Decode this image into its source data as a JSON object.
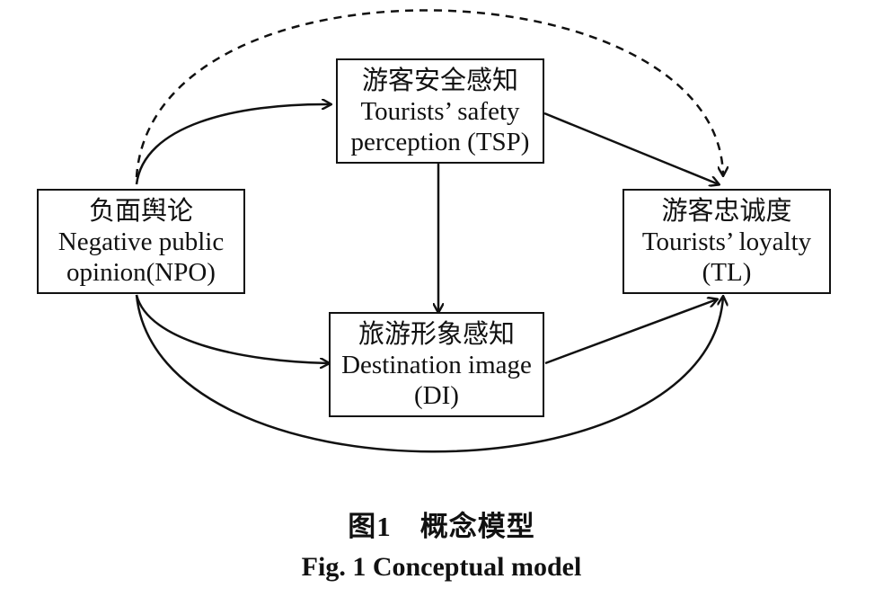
{
  "nodes": {
    "tsp": {
      "cn": "游客安全感知",
      "en1": "Tourists’ safety",
      "en2": "perception (TSP)"
    },
    "npo": {
      "cn": "负面舆论",
      "en1": "Negative public",
      "en2": "opinion(NPO)"
    },
    "tl": {
      "cn": "游客忠诚度",
      "en1": "Tourists’ loyalty",
      "en2": "(TL)"
    },
    "di": {
      "cn": "旅游形象感知",
      "en1": "Destination image",
      "en2": "(DI)"
    }
  },
  "edges": [
    {
      "from": "NPO",
      "to": "TSP",
      "style": "solid"
    },
    {
      "from": "NPO",
      "to": "DI",
      "style": "solid"
    },
    {
      "from": "TSP",
      "to": "DI",
      "style": "solid"
    },
    {
      "from": "TSP",
      "to": "TL",
      "style": "solid"
    },
    {
      "from": "DI",
      "to": "TL",
      "style": "solid"
    },
    {
      "from": "NPO",
      "to": "TL",
      "style": "solid"
    },
    {
      "from": "NPO",
      "to": "TL",
      "style": "dashed"
    }
  ],
  "caption": {
    "cn": "图1　概念模型",
    "en": "Fig. 1   Conceptual model"
  }
}
